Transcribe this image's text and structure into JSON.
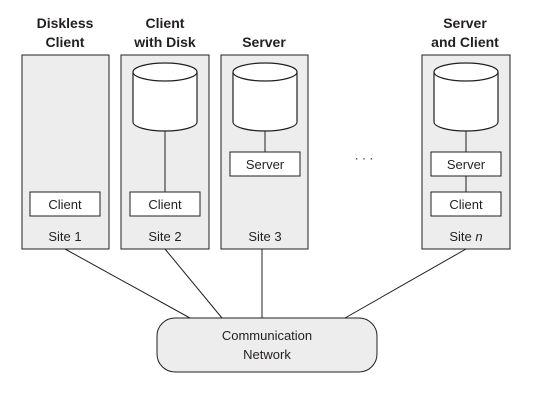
{
  "colors": {
    "panel_fill": "#ededed",
    "stroke": "#231f20",
    "white": "#ffffff"
  },
  "titles": {
    "site1": [
      "Diskless",
      "Client"
    ],
    "site2": [
      "Client",
      "with Disk"
    ],
    "site3": [
      "Server"
    ],
    "siten": [
      "Server",
      "and Client"
    ]
  },
  "boxes": {
    "client": "Client",
    "server": "Server"
  },
  "sites": {
    "site1_label": "Site 1",
    "site2_label": "Site 2",
    "site3_label": "Site 3",
    "siten_prefix": "Site ",
    "siten_suffix": "n"
  },
  "ellipsis": "· · ·",
  "network": [
    "Communication",
    "Network"
  ],
  "icons": {
    "disk": "database-cylinder-icon"
  }
}
